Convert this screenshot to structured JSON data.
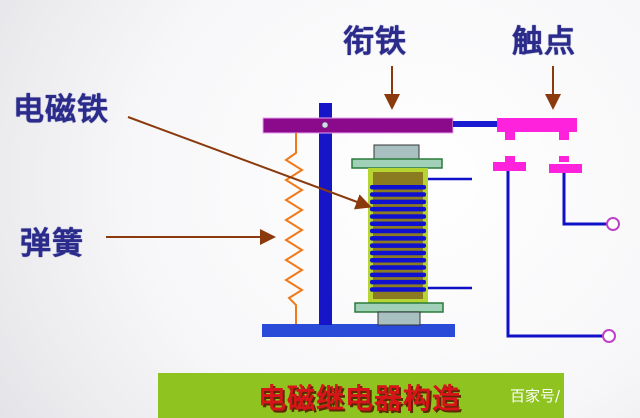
{
  "labels": {
    "electromagnet": "电磁铁",
    "spring": "弹簧",
    "armature": "衔铁",
    "contact": "触点"
  },
  "banner": {
    "title": "电磁继电器构造",
    "watermark": "百家号/"
  },
  "colors": {
    "label_text": "#2b2b8c",
    "arrow": "#8b3a0e",
    "armature": "#8b0a8b",
    "contacts": "#ff22dd",
    "wire": "#1010c8",
    "spring": "#f07a1a",
    "coil_core": "#8a7a20",
    "coil_frame": "#b6d432",
    "banner_bg": "#8fc31f",
    "banner_text": "#d7141a"
  }
}
